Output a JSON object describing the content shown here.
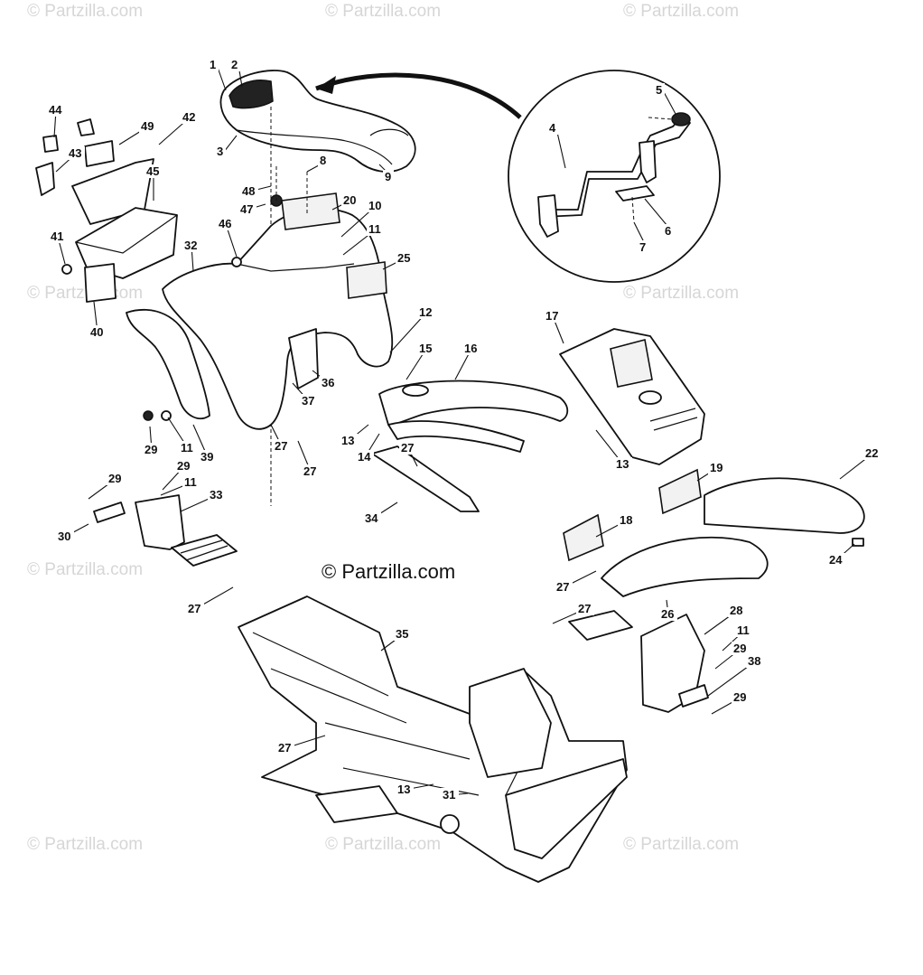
{
  "watermark": {
    "text": "© Partzilla.com",
    "center_text": "© Partzilla.com",
    "repeat_count": 10
  },
  "callouts": [
    "1",
    "2",
    "3",
    "4",
    "5",
    "6",
    "7",
    "8",
    "9",
    "10",
    "11",
    "12",
    "13",
    "14",
    "15",
    "16",
    "17",
    "18",
    "19",
    "20",
    "22",
    "24",
    "25",
    "26",
    "27",
    "28",
    "29",
    "30",
    "31",
    "32",
    "33",
    "34",
    "35",
    "36",
    "37",
    "38",
    "39",
    "40",
    "41",
    "42",
    "43",
    "44",
    "45",
    "46",
    "47",
    "48",
    "49"
  ],
  "colors": {
    "line": "#111111",
    "background": "#ffffff",
    "watermark": "#d6d6d6"
  }
}
